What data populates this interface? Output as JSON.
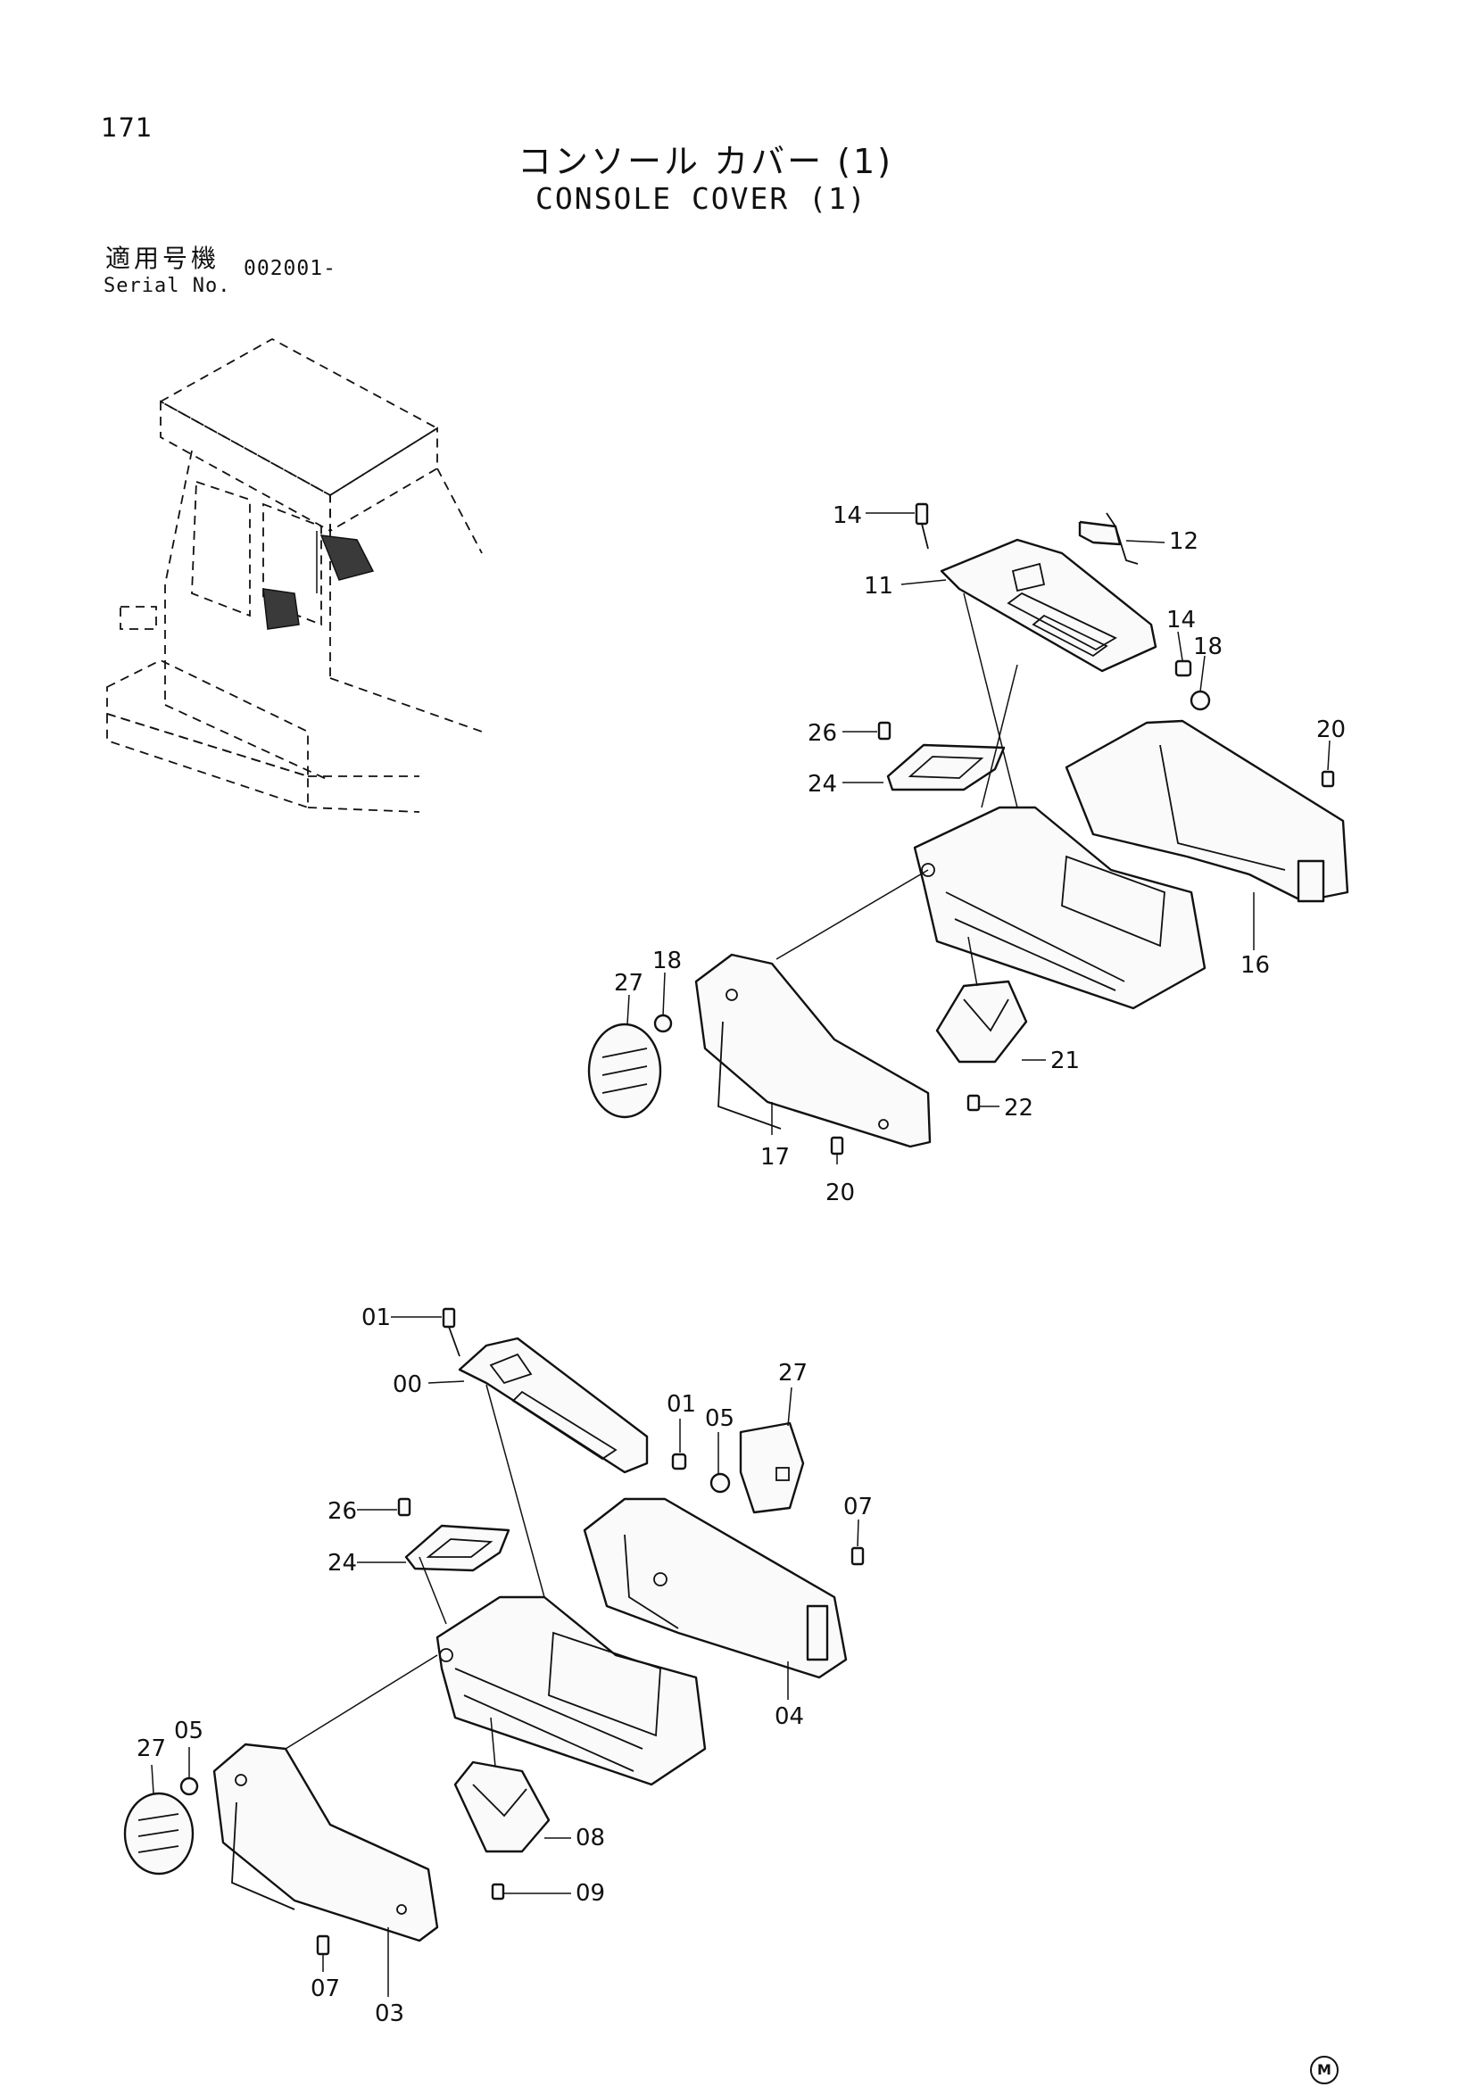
{
  "page": {
    "number": "171"
  },
  "title": {
    "jp": "コンソール カバー (1)",
    "en": "CONSOLE COVER (1)"
  },
  "serial": {
    "label_jp": "適用号機",
    "label_en": "Serial No.",
    "value": "002001-"
  },
  "corner_mark": "M",
  "upper_assembly": {
    "labels": [
      "14",
      "12",
      "11",
      "14",
      "18",
      "20",
      "26",
      "24",
      "16",
      "18",
      "27",
      "21",
      "22",
      "17",
      "20"
    ]
  },
  "lower_assembly": {
    "labels": [
      "01",
      "00",
      "01",
      "05",
      "27",
      "26",
      "24",
      "07",
      "04",
      "27",
      "05",
      "08",
      "09",
      "07",
      "03"
    ]
  }
}
